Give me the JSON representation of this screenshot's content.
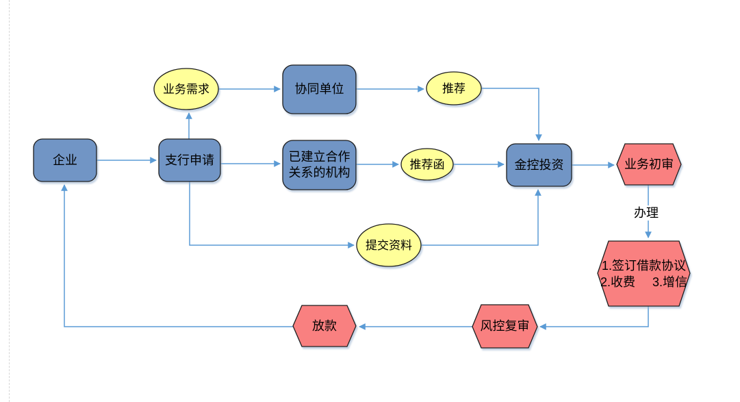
{
  "colors": {
    "node_blue": "#7195C5",
    "node_yellow": "#FFFF99",
    "node_red": "#F98080",
    "connector": "#5B9BD5",
    "border": "#1C1C1C",
    "background": "#FFFFFF",
    "guide": "#D6D6D6"
  },
  "diagram": {
    "nodes": {
      "enterprise": {
        "label": "企业",
        "shape": "rounded-rect",
        "color": "blue"
      },
      "branch_application": {
        "label": "支行申请",
        "shape": "rounded-rect",
        "color": "blue"
      },
      "business_demand": {
        "label": "业务需求",
        "shape": "ellipse",
        "color": "yellow"
      },
      "collaborative_unit": {
        "label": "协同单位",
        "shape": "rounded-rect",
        "color": "blue"
      },
      "recommend": {
        "label": "推荐",
        "shape": "ellipse",
        "color": "yellow"
      },
      "partner_institution": {
        "line1": "已建立合作",
        "line2": "关系的机构",
        "shape": "rounded-rect",
        "color": "blue"
      },
      "recommend_letter": {
        "label": "推荐函",
        "shape": "ellipse",
        "color": "yellow"
      },
      "submit_materials": {
        "label": "提交资料",
        "shape": "ellipse",
        "color": "yellow"
      },
      "jinkong_investment": {
        "label": "金控投资",
        "shape": "rounded-rect",
        "color": "blue"
      },
      "business_initial_review": {
        "label": "业务初审",
        "shape": "hexagon",
        "color": "red"
      },
      "sign_agreement": {
        "line1": "1.签订借款协议",
        "line2": "2.收费     3.增信",
        "shape": "hexagon",
        "color": "red"
      },
      "risk_control_review": {
        "label": "风控复审",
        "shape": "hexagon",
        "color": "red"
      },
      "loan_disbursement": {
        "label": "放款",
        "shape": "hexagon",
        "color": "red"
      }
    },
    "edge_labels": {
      "process": {
        "label": "办理"
      }
    }
  }
}
